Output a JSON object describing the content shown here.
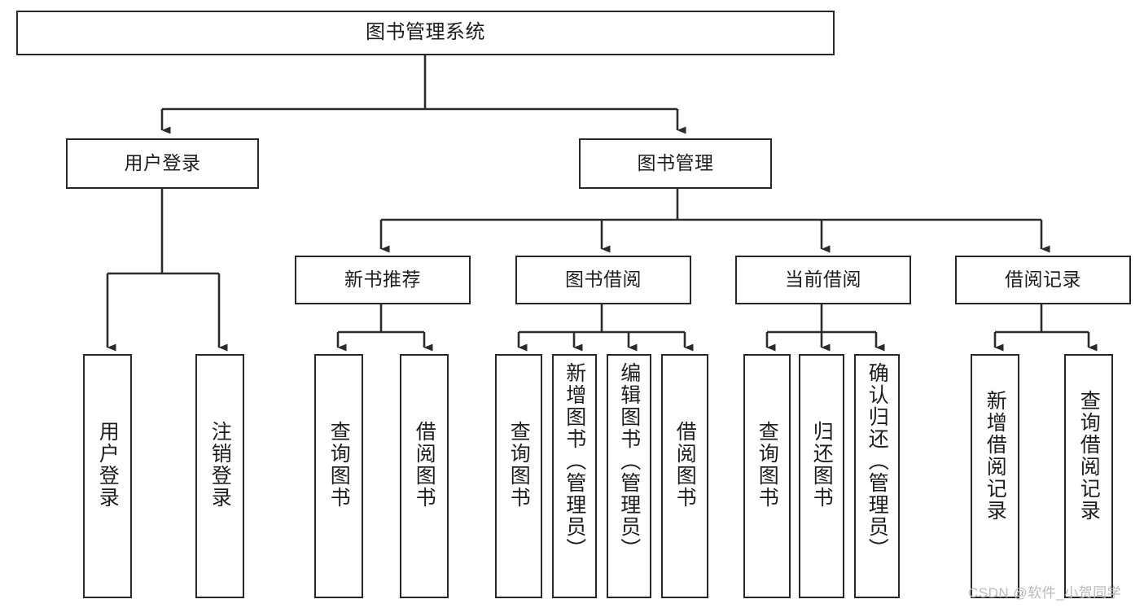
{
  "diagram": {
    "title": "图书管理系统",
    "type": "tree-hierarchy-diagram",
    "watermark": "CSDN @软件_小贺同学",
    "colors": {
      "box_border": "#26272b",
      "box_fill": "#ffffff",
      "connector": "#2b2b2b",
      "text": "#1d1d1f",
      "watermark": "#b9b9b9",
      "background": "#ffffff"
    }
  },
  "nodes": {
    "root": {
      "label": "图书管理系统"
    },
    "level1": [
      {
        "id": "user-login",
        "label": "用户登录"
      },
      {
        "id": "book-management",
        "label": "图书管理"
      }
    ],
    "level2": [
      {
        "id": "new-book-recommend",
        "label": "新书推荐"
      },
      {
        "id": "book-borrow",
        "label": "图书借阅"
      },
      {
        "id": "current-borrow",
        "label": "当前借阅"
      },
      {
        "id": "borrow-record",
        "label": "借阅记录"
      }
    ],
    "leaves": [
      {
        "id": "leaf-user-login",
        "label": "用户登录",
        "parent": "user-login"
      },
      {
        "id": "leaf-logout-login",
        "label": "注销登录",
        "parent": "user-login"
      },
      {
        "id": "leaf-query-book-1",
        "label": "查询图书",
        "parent": "new-book-recommend"
      },
      {
        "id": "leaf-borrow-book-1",
        "label": "借阅图书",
        "parent": "new-book-recommend"
      },
      {
        "id": "leaf-query-book-2",
        "label": "查询图书",
        "parent": "book-borrow"
      },
      {
        "id": "leaf-add-book",
        "label": "新增图书（管理员）",
        "parent": "book-borrow"
      },
      {
        "id": "leaf-edit-book",
        "label": "编辑图书（管理员）",
        "parent": "book-borrow"
      },
      {
        "id": "leaf-borrow-book-2",
        "label": "借阅图书",
        "parent": "book-borrow"
      },
      {
        "id": "leaf-query-book-3",
        "label": "查询图书",
        "parent": "current-borrow"
      },
      {
        "id": "leaf-return-book",
        "label": "归还图书",
        "parent": "current-borrow"
      },
      {
        "id": "leaf-confirm-return",
        "label": "确认归还（管理员）",
        "parent": "current-borrow"
      },
      {
        "id": "leaf-add-record",
        "label": "新增借阅记录",
        "parent": "borrow-record"
      },
      {
        "id": "leaf-query-record",
        "label": "查询借阅记录",
        "parent": "borrow-record"
      }
    ]
  }
}
